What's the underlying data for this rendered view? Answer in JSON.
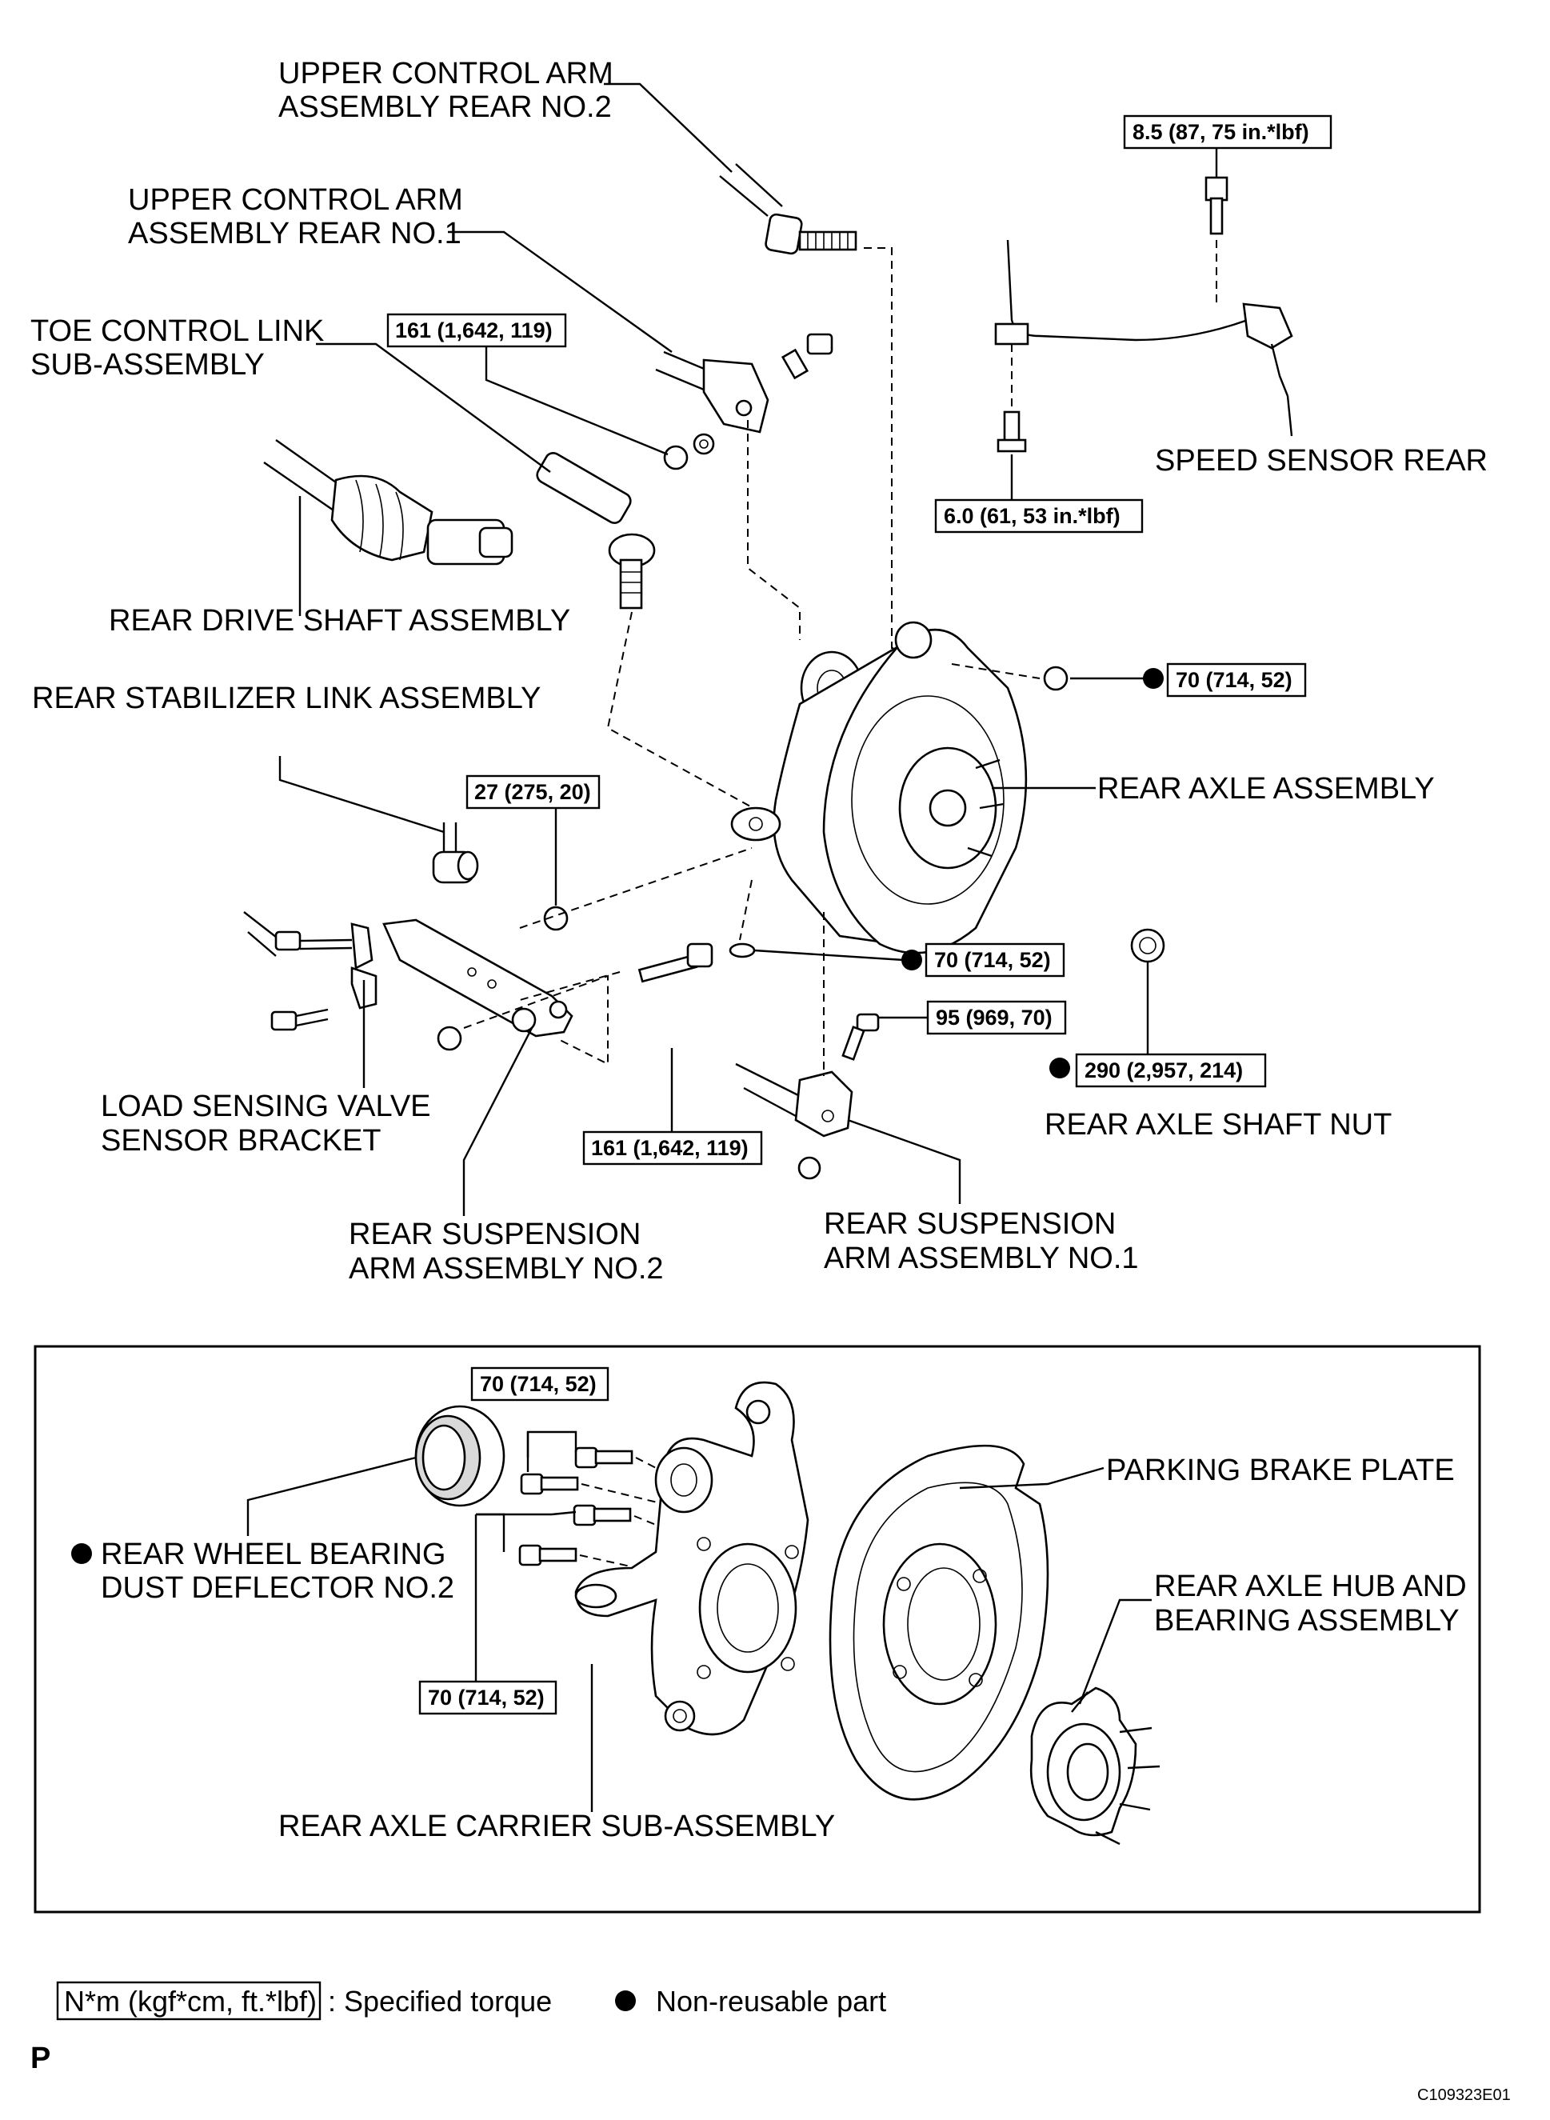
{
  "labels": {
    "upper_arm_no2": [
      "UPPER CONTROL ARM",
      "ASSEMBLY REAR NO.2"
    ],
    "upper_arm_no1": [
      "UPPER CONTROL ARM",
      "ASSEMBLY REAR NO.1"
    ],
    "toe_link": [
      "TOE CONTROL LINK",
      "SUB-ASSEMBLY"
    ],
    "drive_shaft": "REAR DRIVE SHAFT ASSEMBLY",
    "stabilizer_link": "REAR STABILIZER LINK ASSEMBLY",
    "speed_sensor": "SPEED SENSOR REAR",
    "rear_axle": "REAR AXLE ASSEMBLY",
    "load_sensing": [
      "LOAD SENSING VALVE",
      "SENSOR BRACKET"
    ],
    "susp_arm_no2": [
      "REAR SUSPENSION",
      "ARM ASSEMBLY NO.2"
    ],
    "susp_arm_no1": [
      "REAR SUSPENSION",
      "ARM ASSEMBLY NO.1"
    ],
    "axle_shaft_nut": "REAR AXLE SHAFT NUT",
    "parking_plate": "PARKING BRAKE PLATE",
    "dust_deflector": [
      "REAR WHEEL BEARING",
      "DUST DEFLECTOR NO.2"
    ],
    "hub_bearing": [
      "REAR AXLE HUB AND",
      "BEARING ASSEMBLY"
    ],
    "carrier": "REAR AXLE CARRIER SUB-ASSEMBLY"
  },
  "torques": {
    "t_sensor_top": "8.5 (87, 75 in.*lbf)",
    "t_upper_no1": "161 (1,642, 119)",
    "t_sensor_bracket": "6.0 (61, 53 in.*lbf)",
    "t_upper_nut": "70 (714, 52)",
    "t_stab": "27 (275, 20)",
    "t_arm1_nut": "70 (714, 52)",
    "t_arm1_bolt": "95 (969, 70)",
    "t_axle_nut": "290 (2,957, 214)",
    "t_arm2_bolt": "161 (1,642, 119)",
    "t_carrier_top": "70 (714, 52)",
    "t_carrier_bot": "70 (714, 52)"
  },
  "legend": {
    "torque_box": "N*m (kgf*cm, ft.*lbf)",
    "torque_text": ": Specified torque",
    "nonreusable_text": "Non-reusable part"
  },
  "page_marker": "P",
  "figure_code": "C109323E01"
}
